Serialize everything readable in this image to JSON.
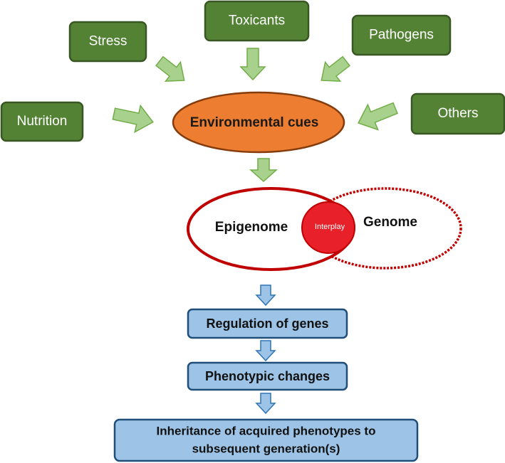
{
  "inputs": {
    "stress": "Stress",
    "toxicants": "Toxicants",
    "pathogens": "Pathogens",
    "nutrition": "Nutrition",
    "others": "Others"
  },
  "central": "Environmental cues",
  "venn": {
    "left": "Epigenome",
    "overlap": "Interplay",
    "right": "Genome"
  },
  "steps": {
    "regulation": "Regulation of genes",
    "phenotypic": "Phenotypic changes",
    "inheritance_line1": "Inheritance of acquired phenotypes to",
    "inheritance_line2": "subsequent generation(s)"
  },
  "colors": {
    "input_fill": "#548235",
    "input_stroke": "#385723",
    "green_arrow": "#a9d18e",
    "green_arrow_stroke": "#70ad47",
    "oval_fill": "#ed7d31",
    "oval_stroke": "#843c0c",
    "venn_red": "#c00000",
    "overlap_fill": "#e8202a",
    "step_fill": "#9dc3e6",
    "step_stroke": "#1f4e79",
    "blue_arrow": "#9dc3e6",
    "blue_arrow_stroke": "#2e75b6"
  }
}
